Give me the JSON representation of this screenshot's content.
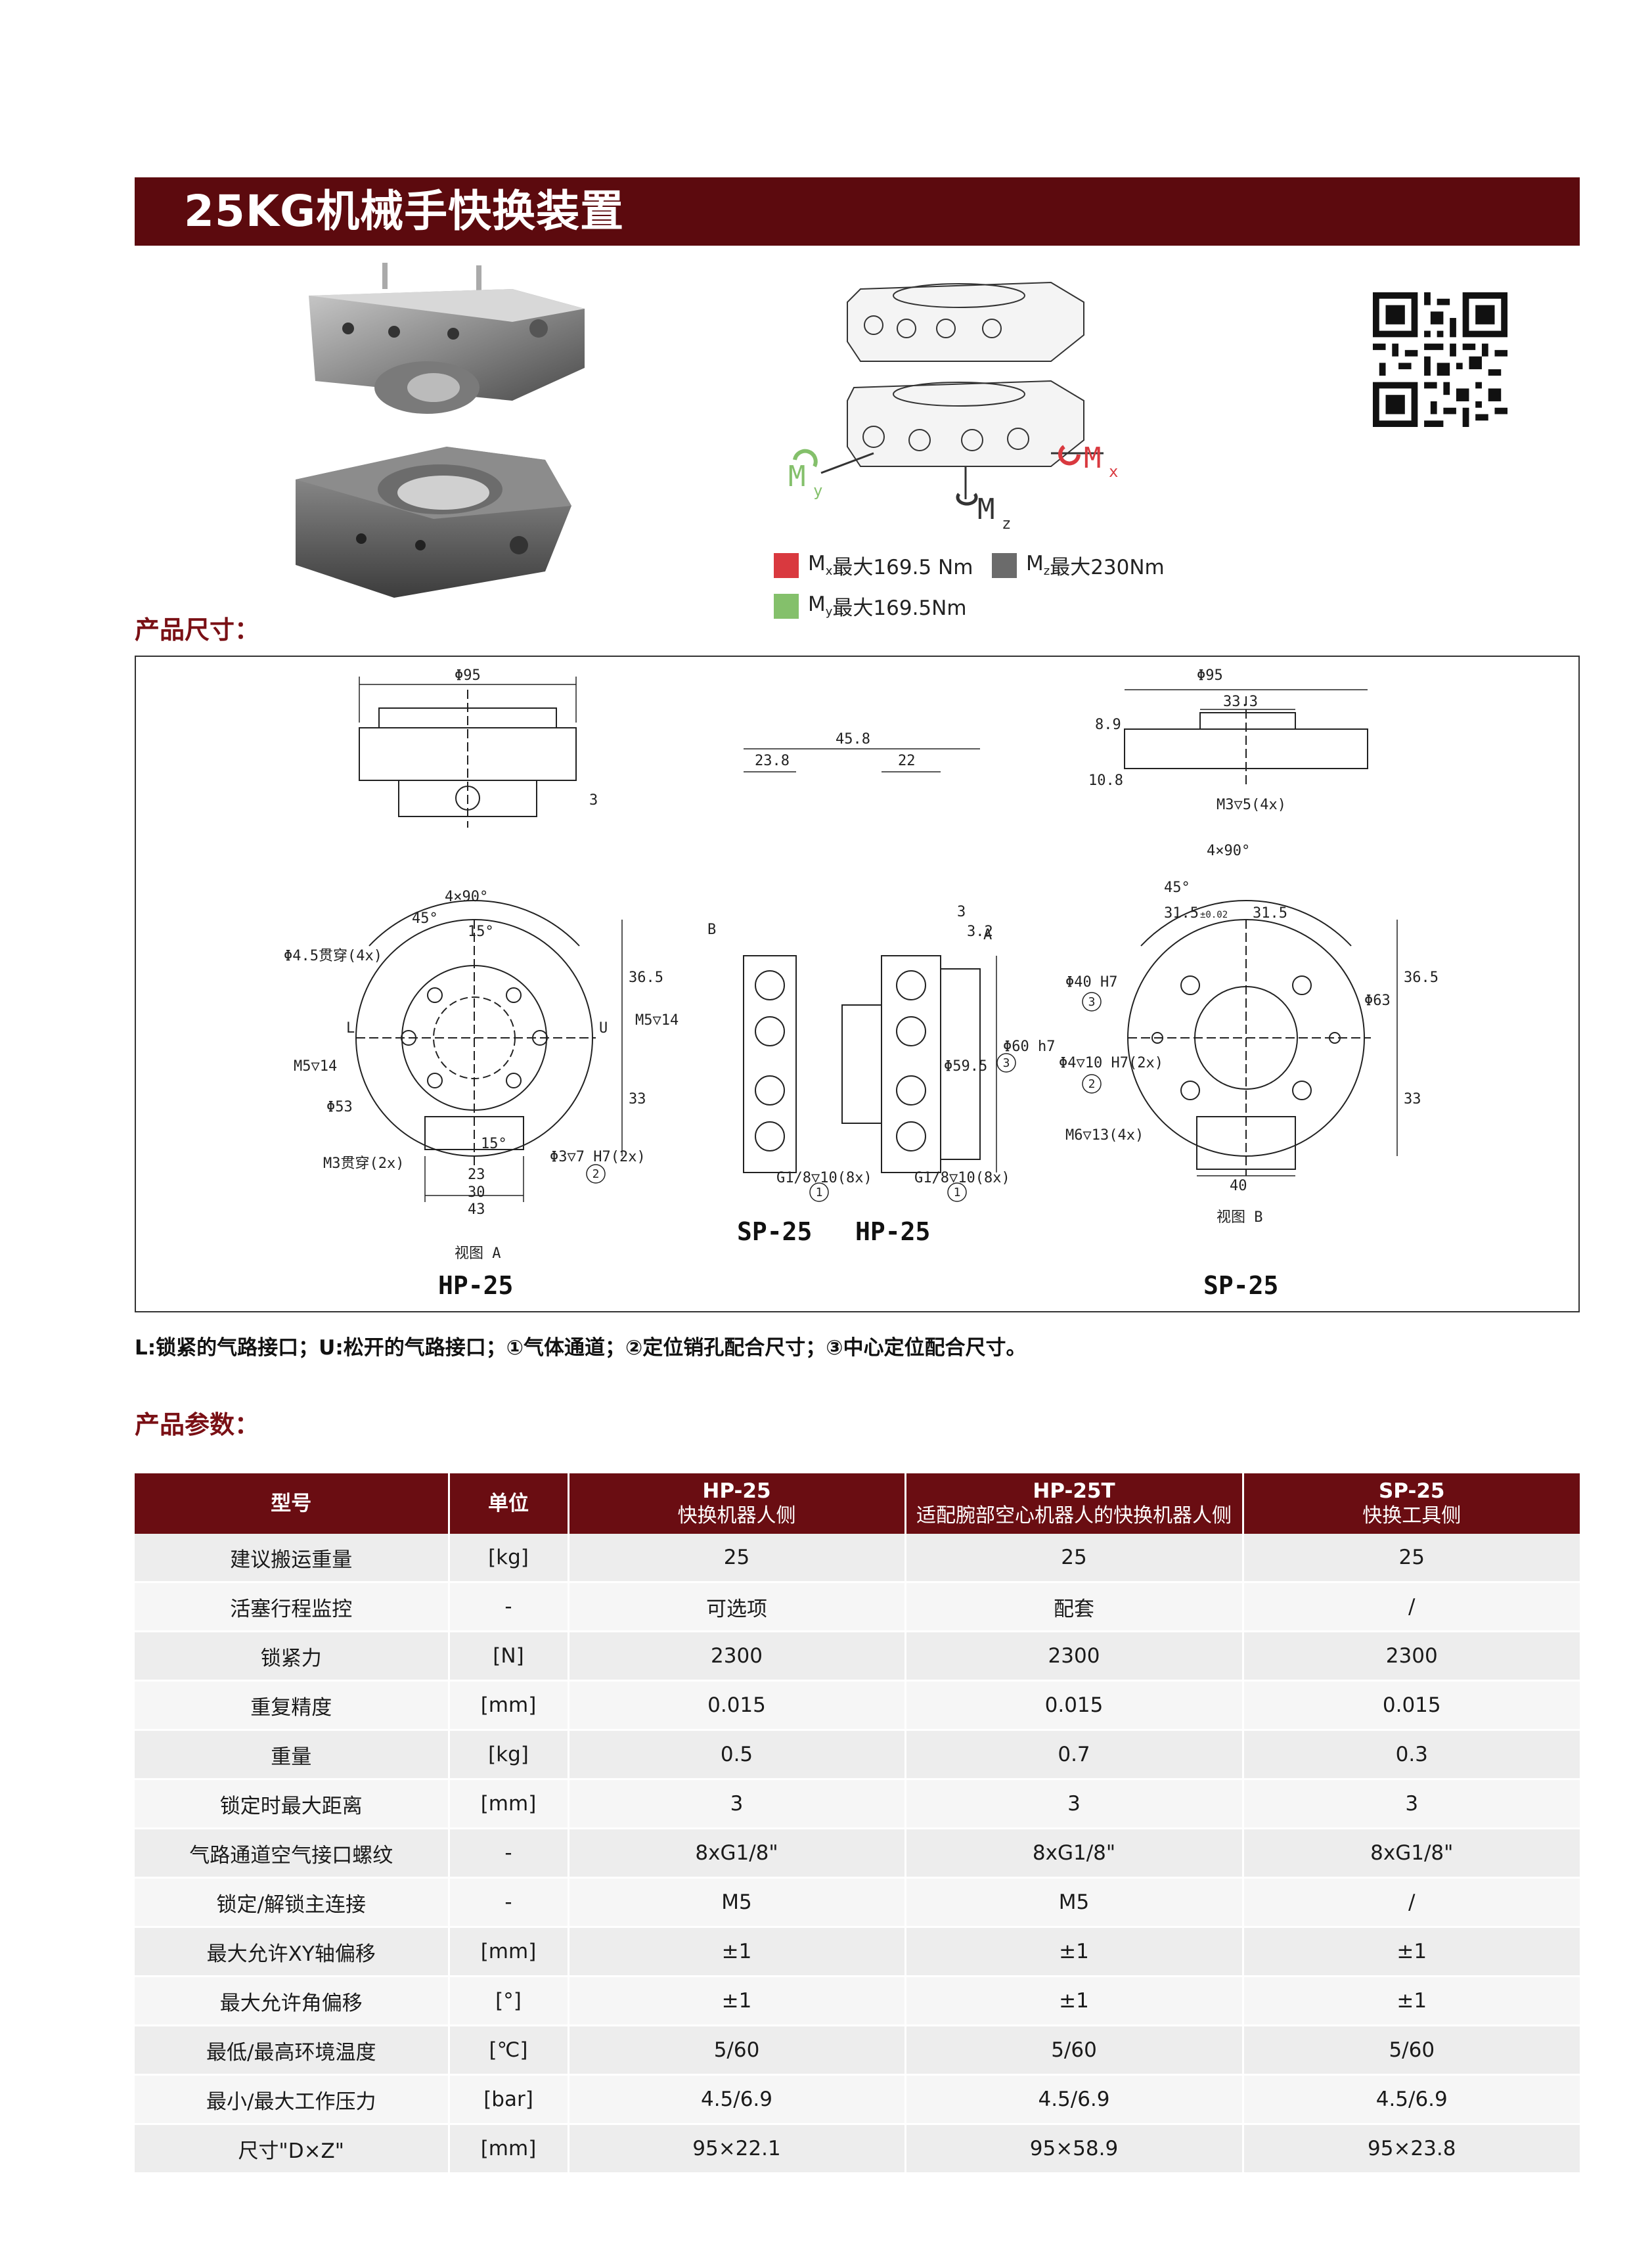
{
  "title": "25KG机械手快换装置",
  "sections": {
    "dimensions_heading": "产品尺寸：",
    "params_heading": "产品参数："
  },
  "legend": {
    "mx_label": "最大169.5 Nm",
    "mz_label": "最大230Nm",
    "my_label": "最大169.5Nm",
    "colors": {
      "mx": "#d9393f",
      "mz": "#6b6b6b",
      "my": "#84c06b"
    }
  },
  "diagram": {
    "axis_mx": "M",
    "axis_my": "M",
    "axis_mz": "M",
    "sub_x": "x",
    "sub_y": "y",
    "sub_z": "z",
    "dim_95": "Φ95",
    "dim_95_b": "Φ95",
    "dim_33_3": "33.3",
    "dim_8_9": "8.9",
    "dim_10_8": "10.8",
    "m3_5": "M3▽5(4x)",
    "dim_3": "3",
    "angle_4x90": "4×90°",
    "angle_4x90_b": "4×90°",
    "angle_45": "45°",
    "angle_45_b": "45°",
    "angle_15": "15°",
    "angle_15_b": "15°",
    "hole_45": "Φ4.5贯穿(4x)",
    "m5_14_l": "M5▽14",
    "m5_14_r": "M5▽14",
    "label_L": "L",
    "label_U": "U",
    "d53": "Φ53",
    "d36_5": "36.5",
    "d33": "33",
    "d36_5_b": "36.5",
    "d33_b": "33",
    "m3_through": "M3贯穿(2x)",
    "d3_h7": "Φ3▽7 H7(2x)",
    "d23": "23",
    "d30": "30",
    "d43": "43",
    "view_a": "视图 A",
    "view_b": "视图 B",
    "hp25_bottom": "HP-25",
    "sp25_bottom": "SP-25",
    "d45_8": "45.8",
    "d23_8": "23.8",
    "d22": "22",
    "d3_top": "3",
    "d3_2": "3.2",
    "label_B": "B",
    "label_A": "A",
    "d59_5": "Φ59.5",
    "d60_h7": "Φ60 h7",
    "g18_left": "G1/8▽10(8x)",
    "g18_right": "G1/8▽10(8x)",
    "circ_1": "1",
    "circ_2": "2",
    "circ_3": "3",
    "sp25_mid": "SP-25",
    "hp25_mid": "HP-25",
    "d31_5_l": "31.5",
    "d31_5_r": "31.5",
    "tol_002": "±0.02",
    "d40_h7": "Φ40 H7",
    "d4_10": "Φ4▽10 H7(2x)",
    "m6_13": "M6▽13(4x)",
    "d63": "Φ63",
    "d40": "40"
  },
  "note": "L:锁紧的气路接口；U:松开的气路接口；①气体通道；②定位销孔配合尺寸；③中心定位配合尺寸。",
  "table": {
    "headers": [
      {
        "title": "型号",
        "sub": ""
      },
      {
        "title": "单位",
        "sub": ""
      },
      {
        "title": "HP-25",
        "sub": "快换机器人侧"
      },
      {
        "title": "HP-25T",
        "sub": "适配腕部空心机器人的快换机器人侧"
      },
      {
        "title": "SP-25",
        "sub": "快换工具侧"
      }
    ],
    "rows": [
      [
        "建议搬运重量",
        "[kg]",
        "25",
        "25",
        "25"
      ],
      [
        "活塞行程监控",
        "-",
        "可选项",
        "配套",
        "/"
      ],
      [
        "锁紧力",
        "[N]",
        "2300",
        "2300",
        "2300"
      ],
      [
        "重复精度",
        "[mm]",
        "0.015",
        "0.015",
        "0.015"
      ],
      [
        "重量",
        "[kg]",
        "0.5",
        "0.7",
        "0.3"
      ],
      [
        "锁定时最大距离",
        "[mm]",
        "3",
        "3",
        "3"
      ],
      [
        "气路通道空气接口螺纹",
        "-",
        "8xG1/8\"",
        "8xG1/8\"",
        "8xG1/8\""
      ],
      [
        "锁定/解锁主连接",
        "-",
        "M5",
        "M5",
        "/"
      ],
      [
        "最大允许XY轴偏移",
        "[mm]",
        "±1",
        "±1",
        "±1"
      ],
      [
        "最大允许角偏移",
        "[°]",
        "±1",
        "±1",
        "±1"
      ],
      [
        "最低/最高环境温度",
        "[℃]",
        "5/60",
        "5/60",
        "5/60"
      ],
      [
        "最小/最大工作压力",
        "[bar]",
        "4.5/6.9",
        "4.5/6.9",
        "4.5/6.9"
      ],
      [
        "尺寸\"D×Z\"",
        "[mm]",
        "95×22.1",
        "95×58.9",
        "95×23.8"
      ]
    ]
  }
}
